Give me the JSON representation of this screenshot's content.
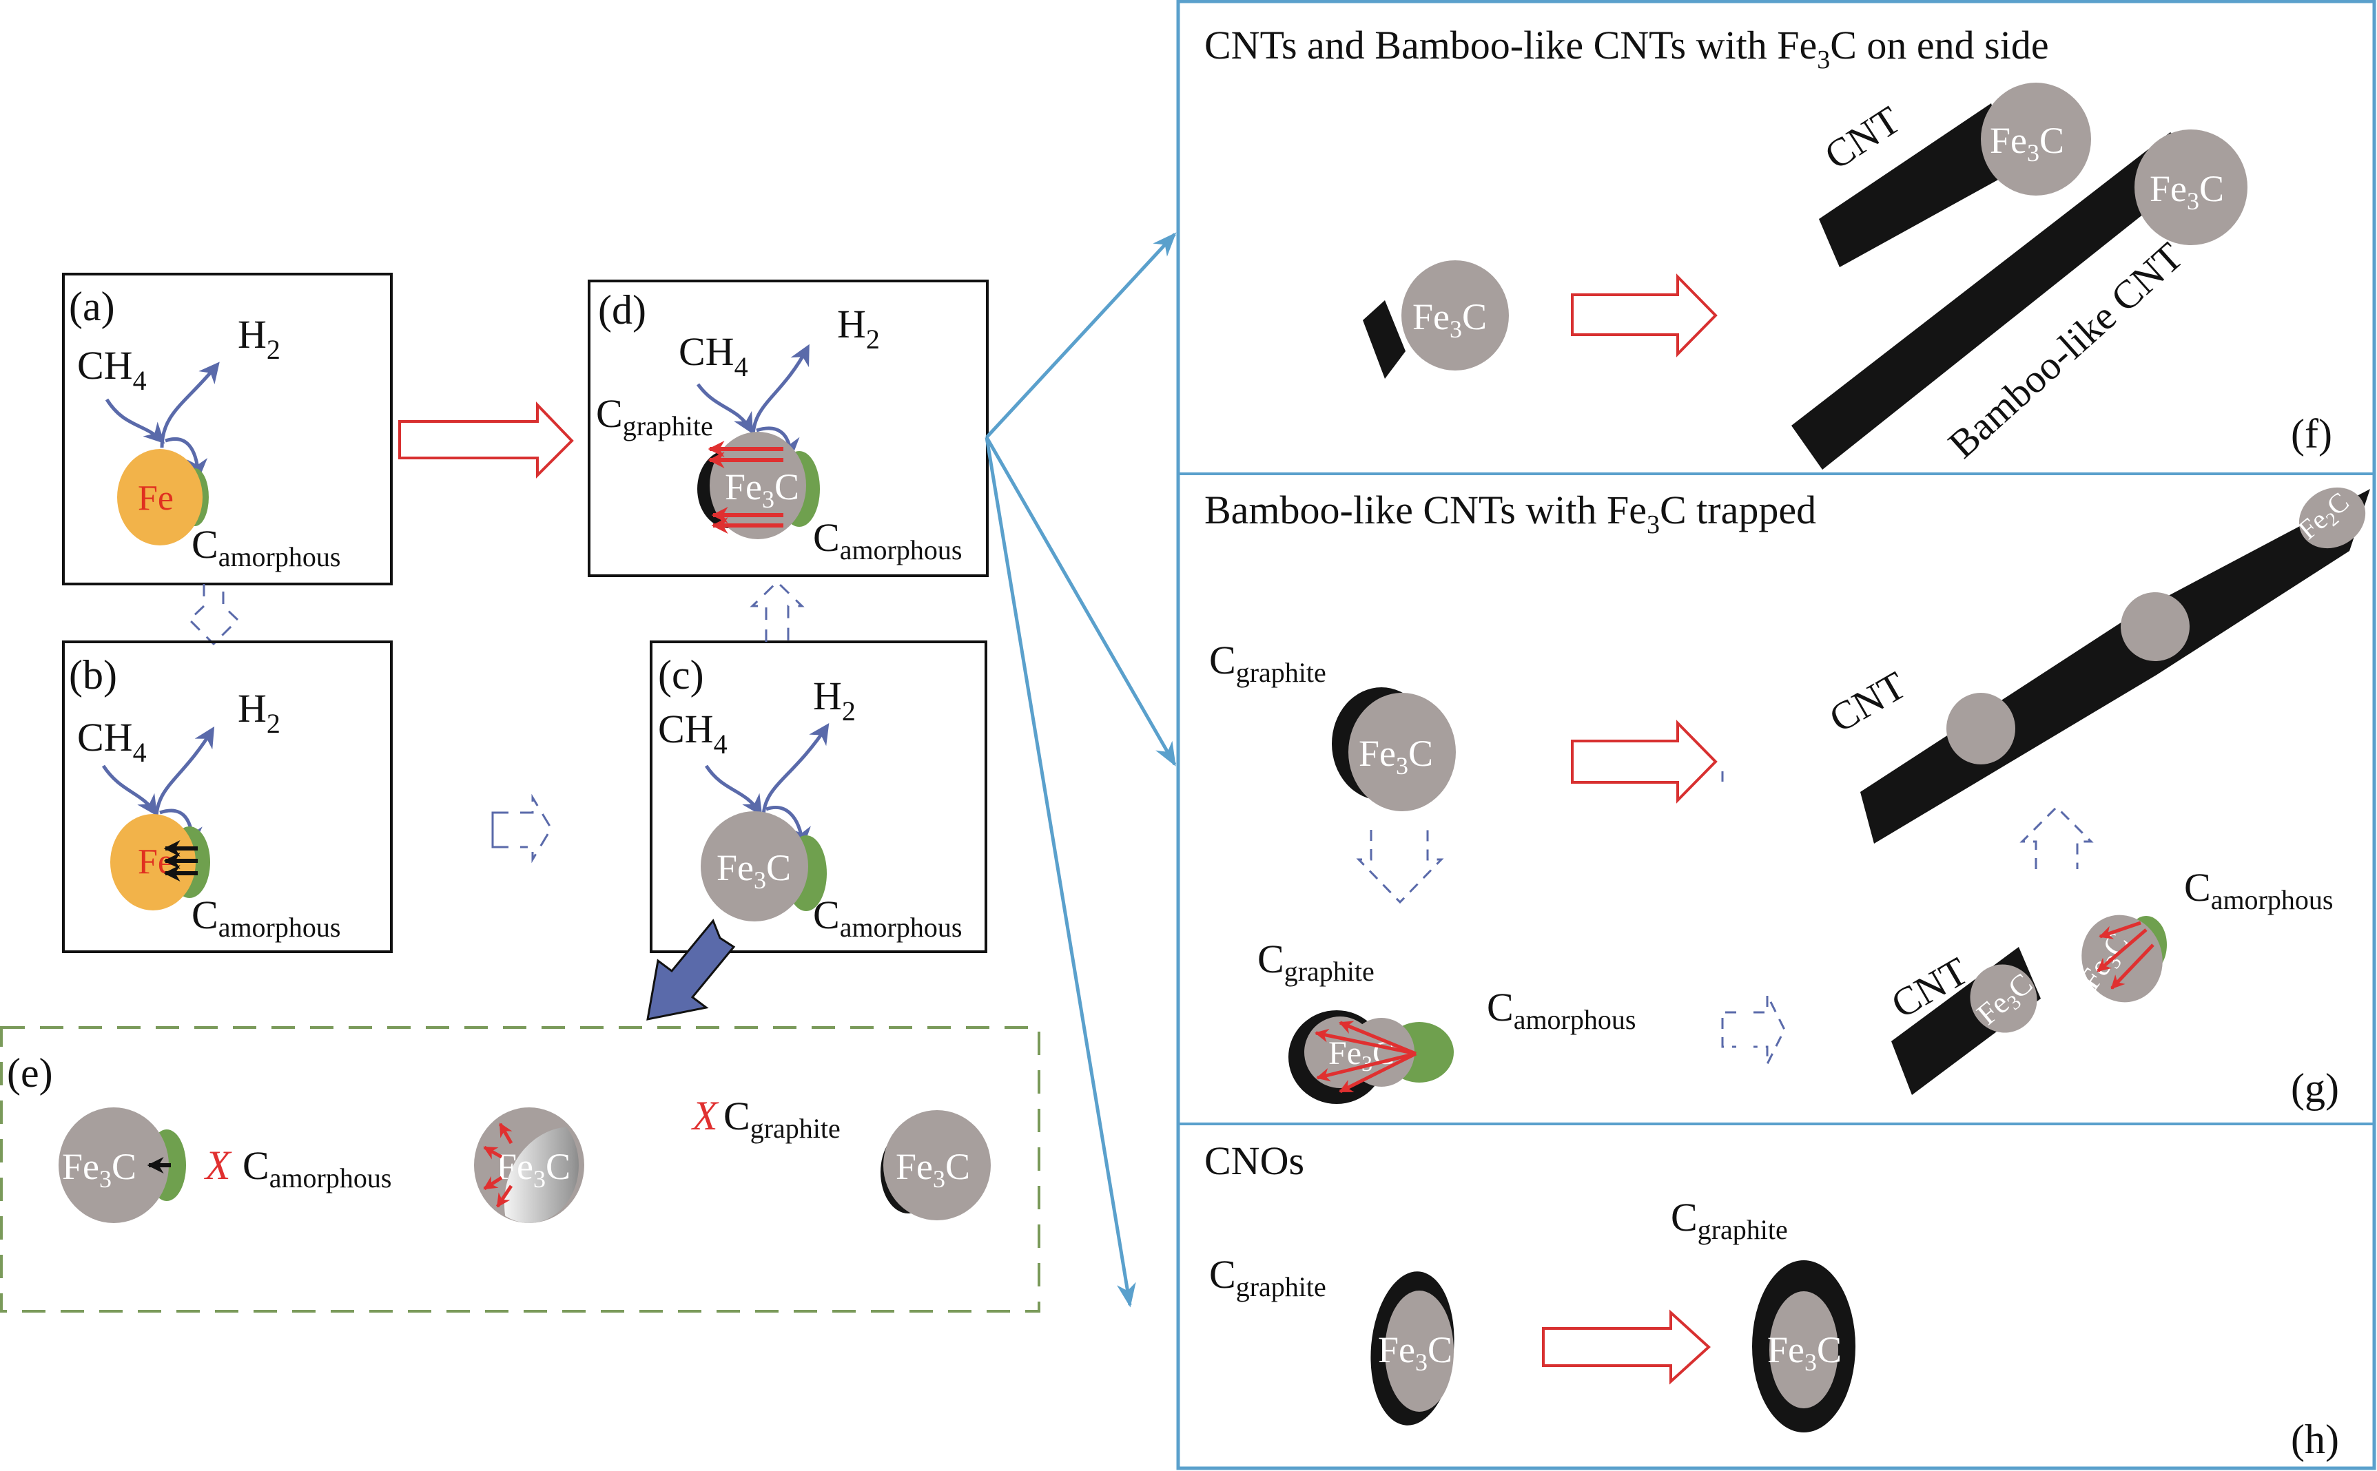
{
  "colors": {
    "fe": "#f2b34a",
    "fe_text": "#e03020",
    "fe3c": "#a79f9d",
    "amorphous": "#6fa04e",
    "graphite": "#141414",
    "flow_arrow": "#5a6aaa",
    "transition_arrow": "#d83030",
    "panel_border": "#5aa0cc",
    "dashed_box": "#7a9a5a",
    "white_text": "#ffffff"
  },
  "species": {
    "ch4": {
      "base": "CH",
      "sub": "4"
    },
    "h2": {
      "base": "H",
      "sub": "2"
    },
    "fe": "Fe",
    "fe3c": {
      "base": "Fe",
      "sub": "3",
      "tail": "C"
    },
    "fe2c": {
      "base": "Fe",
      "sub": "2",
      "tail": "C"
    },
    "c_amorphous": {
      "base": "C",
      "sub": "amorphous"
    },
    "c_graphite": {
      "base": "C",
      "sub": "graphite"
    },
    "cnt": "CNT",
    "bamboo_cnt": "Bamboo-like CNT",
    "x_mark": "X"
  },
  "panels": {
    "a": {
      "tag": "(a)"
    },
    "b": {
      "tag": "(b)"
    },
    "c": {
      "tag": "(c)"
    },
    "d": {
      "tag": "(d)"
    },
    "e": {
      "tag": "(e)"
    },
    "f": {
      "tag": "(f)",
      "title_pre": "CNTs and Bamboo-like CNTs with Fe",
      "title_sub": "3",
      "title_post": "C on end side"
    },
    "g": {
      "tag": "(g)",
      "title_pre": "Bamboo-like CNTs with Fe",
      "title_sub": "3",
      "title_post": "C trapped"
    },
    "h": {
      "tag": "(h)",
      "title": "CNOs"
    }
  }
}
